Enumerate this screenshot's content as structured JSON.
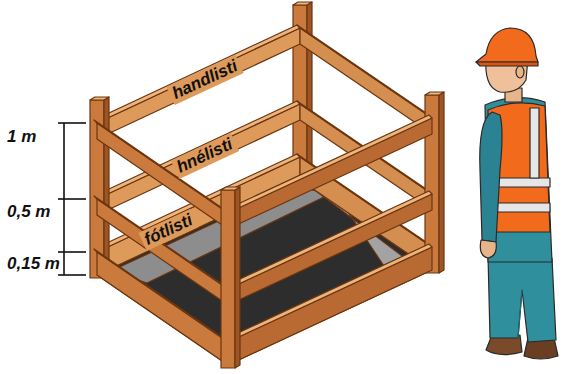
{
  "diagram": {
    "labels": [
      "handlisti",
      "hnélisti",
      "fótlisti",
      "1 m",
      "0,5 m",
      "0,15 m"
    ]
  }
}
